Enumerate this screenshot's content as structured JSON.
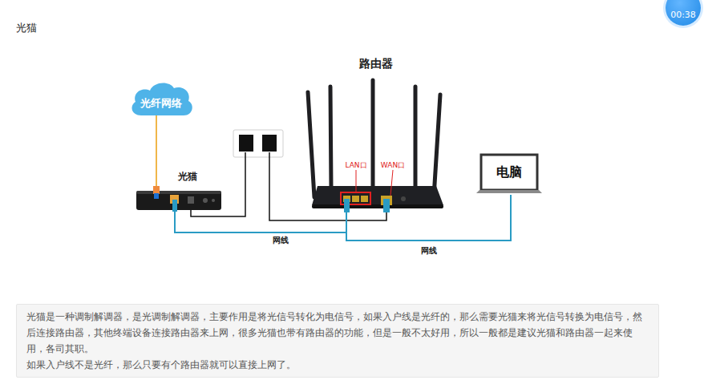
{
  "diagram": {
    "title": "光猫",
    "nodes": [
      {
        "text": [
          "00:38"
        ]
      },
      {
        "text": [
          "光纤网络"
        ]
      },
      {
        "text": [
          "路由器"
        ]
      },
      {
        "text": [
          "光猫"
        ]
      },
      {
        "text": [
          "电脑"
        ]
      },
      {
        "text": [
          "光猫是一种调制解调器，是光调制解调器，主要作用是将光信号转化为电信号，如果入户线是光纤的，那么需要光猫来将光信号转换为电信号，然后连接路由器，其他终端设备连接路由器来上网，很多光猫也带有路由器的功能，但是一般不太好用，所以一般都是建议光猫和路由器一起来使用，各司其职。",
          "如果入户线不是光纤，那么只要有个路由器就可以直接上网了。"
        ]
      }
    ],
    "edges": [
      {
        "from": 1,
        "to": 3,
        "arrow": "none"
      },
      {
        "from": 3,
        "to": 2,
        "label": "网线",
        "arrow": "none"
      },
      {
        "from": 2,
        "to": 4,
        "label": "网线",
        "arrow": "none"
      }
    ],
    "labels": [
      "LAN口",
      "WAN口"
    ]
  }
}
